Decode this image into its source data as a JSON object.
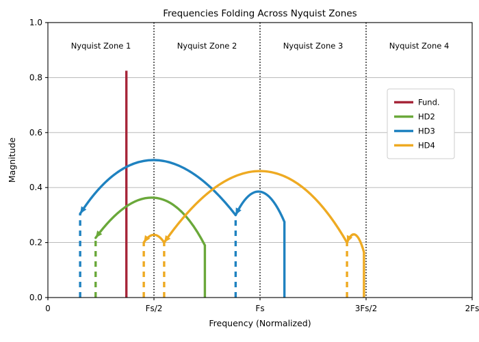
{
  "chart_data": {
    "type": "line",
    "title": "Frequencies Folding Across Nyquist Zones",
    "xlabel": "Frequency (Normalized)",
    "ylabel": "Magnitude",
    "xlim": [
      0,
      2
    ],
    "ylim": [
      0,
      1
    ],
    "grid": true,
    "x_tick_values": [
      0,
      0.5,
      1.0,
      1.5,
      2.0
    ],
    "x_tick_labels": [
      "0",
      "Fs/2",
      "Fs",
      "3Fs/2",
      "2Fs"
    ],
    "y_tick_values": [
      0.0,
      0.2,
      0.4,
      0.6,
      0.8,
      1.0
    ],
    "y_tick_labels": [
      "0.0",
      "0.2",
      "0.4",
      "0.6",
      "0.8",
      "1.0"
    ],
    "legend_position": "upper right",
    "legend_entries": [
      {
        "name": "Fund.",
        "color": "#a62639"
      },
      {
        "name": "HD2",
        "color": "#6aa83a"
      },
      {
        "name": "HD3",
        "color": "#1f82c0"
      },
      {
        "name": "HD4",
        "color": "#eeaa22"
      }
    ],
    "zone_dividers": [
      0.5,
      1.0,
      1.5
    ],
    "zone_annotations": [
      {
        "label": "Nyquist Zone 1",
        "x": 0.25,
        "y": 0.915
      },
      {
        "label": "Nyquist Zone 2",
        "x": 0.75,
        "y": 0.915
      },
      {
        "label": "Nyquist Zone 3",
        "x": 1.25,
        "y": 0.915
      },
      {
        "label": "Nyquist Zone 4",
        "x": 1.75,
        "y": 0.915
      }
    ],
    "series": [
      {
        "name": "Fund.",
        "color": "#a62639",
        "stems_solid": [
          {
            "x": 0.37,
            "y": 0.825
          }
        ],
        "stems_dashed": [],
        "fold_arcs": []
      },
      {
        "name": "HD2",
        "color": "#6aa83a",
        "stems_solid": [
          {
            "x": 0.74,
            "y": 0.19
          }
        ],
        "stems_dashed": [
          {
            "x": 0.225,
            "y": 0.217
          }
        ],
        "fold_arcs": [
          {
            "from_x": 0.74,
            "from_y": 0.19,
            "to_x": 0.225,
            "to_y": 0.217,
            "peak_x": 0.5,
            "peak_y": 0.363
          }
        ]
      },
      {
        "name": "HD3",
        "color": "#1f82c0",
        "stems_solid": [
          {
            "x": 1.115,
            "y": 0.275
          }
        ],
        "stems_dashed": [
          {
            "x": 0.152,
            "y": 0.305
          },
          {
            "x": 0.885,
            "y": 0.3
          }
        ],
        "fold_arcs": [
          {
            "from_x": 0.885,
            "from_y": 0.3,
            "to_x": 0.152,
            "to_y": 0.305,
            "peak_x": 0.5,
            "peak_y": 0.5
          },
          {
            "from_x": 1.115,
            "from_y": 0.275,
            "to_x": 0.885,
            "to_y": 0.3,
            "peak_x": 1.0,
            "peak_y": 0.385
          }
        ]
      },
      {
        "name": "HD4",
        "color": "#eeaa22",
        "stems_solid": [
          {
            "x": 1.49,
            "y": 0.165
          }
        ],
        "stems_dashed": [
          {
            "x": 0.452,
            "y": 0.2
          },
          {
            "x": 0.548,
            "y": 0.2
          },
          {
            "x": 1.41,
            "y": 0.2
          }
        ],
        "fold_arcs": [
          {
            "from_x": 0.548,
            "from_y": 0.2,
            "to_x": 0.452,
            "to_y": 0.2,
            "peak_x": 0.5,
            "peak_y": 0.228
          },
          {
            "from_x": 1.41,
            "from_y": 0.2,
            "to_x": 0.548,
            "to_y": 0.2,
            "peak_x": 1.0,
            "peak_y": 0.46
          },
          {
            "from_x": 1.49,
            "from_y": 0.165,
            "to_x": 1.41,
            "to_y": 0.2,
            "peak_x": 1.45,
            "peak_y": 0.228
          }
        ]
      }
    ]
  },
  "figure": {
    "title": "Frequencies Folding Across Nyquist Zones",
    "x_axis_label": "Frequency (Normalized)",
    "y_axis_label": "Magnitude"
  },
  "x_ticks": [
    {
      "label": "0"
    },
    {
      "label": "Fs/2"
    },
    {
      "label": "Fs"
    },
    {
      "label": "3Fs/2"
    },
    {
      "label": "2Fs"
    }
  ],
  "y_ticks": [
    {
      "label": "0.0"
    },
    {
      "label": "0.2"
    },
    {
      "label": "0.4"
    },
    {
      "label": "0.6"
    },
    {
      "label": "0.8"
    },
    {
      "label": "1.0"
    }
  ],
  "zones": [
    {
      "label": "Nyquist Zone 1"
    },
    {
      "label": "Nyquist Zone 2"
    },
    {
      "label": "Nyquist Zone 3"
    },
    {
      "label": "Nyquist Zone 4"
    }
  ],
  "legend": {
    "items": [
      {
        "label": "Fund.",
        "color": "#a62639"
      },
      {
        "label": "HD2",
        "color": "#6aa83a"
      },
      {
        "label": "HD3",
        "color": "#1f82c0"
      },
      {
        "label": "HD4",
        "color": "#eeaa22"
      }
    ]
  }
}
